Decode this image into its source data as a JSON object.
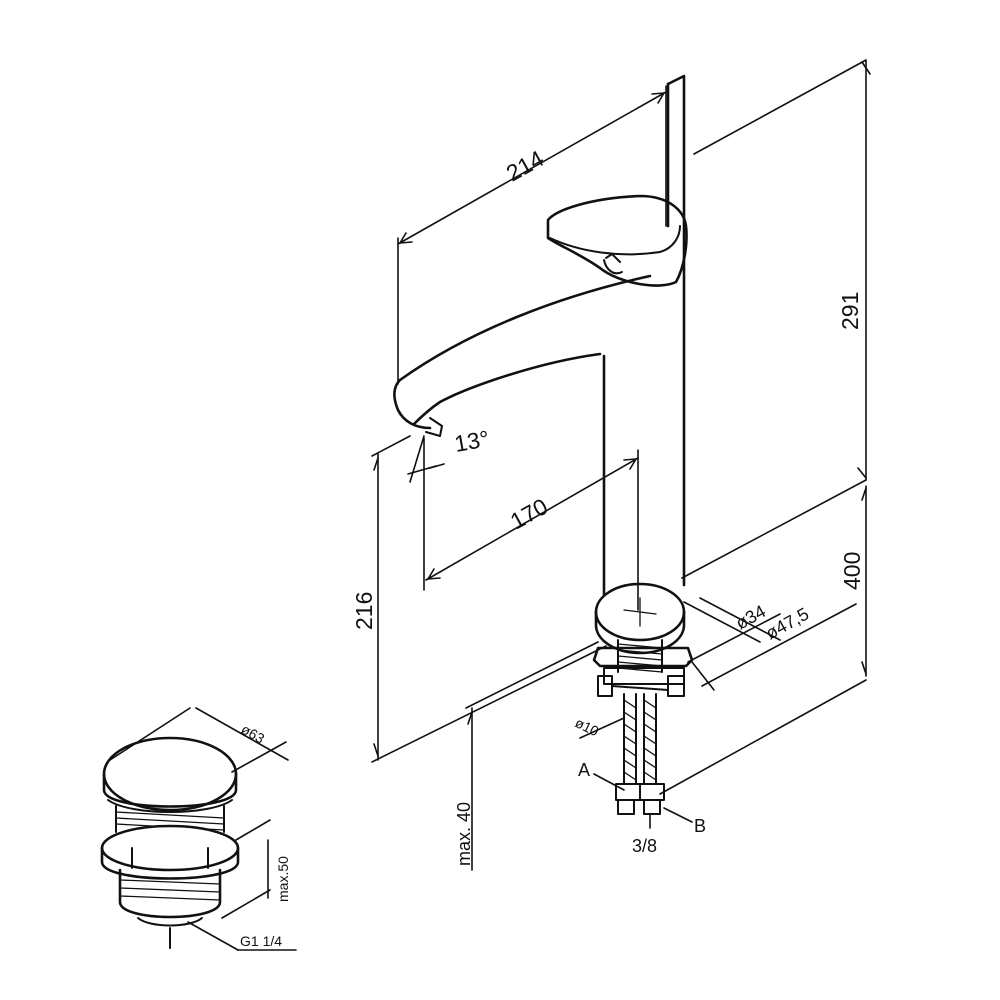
{
  "faucet": {
    "dims": {
      "spout_reach": "214",
      "total_height": "291",
      "spout_height": "216",
      "spout_angle": "13°",
      "projection": "170",
      "mounting": "400",
      "body_diameter": "ø34",
      "base_diameter": "ø47,5",
      "hose_diameter": "ø10",
      "max_thickness": "max. 40",
      "thread_size": "3/8",
      "hose_a": "A",
      "hose_b": "B"
    }
  },
  "waste": {
    "dims": {
      "cap_diameter": "ø63",
      "height": "max.50",
      "thread": "G1 1/4"
    }
  }
}
